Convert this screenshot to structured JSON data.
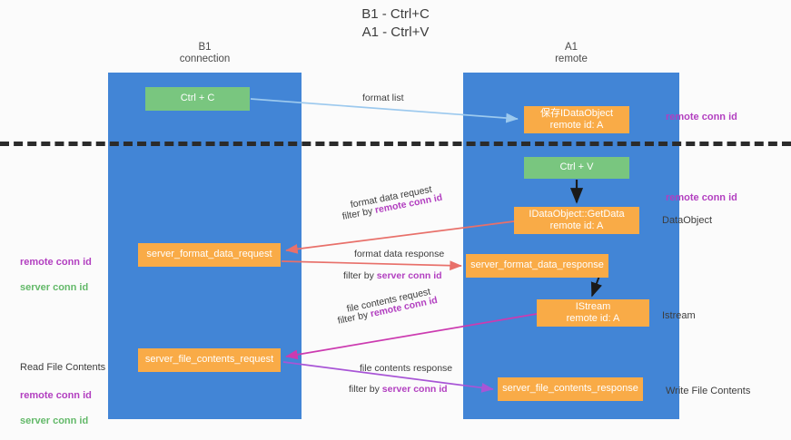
{
  "title": "B1 - Ctrl+C\nA1 - Ctrl+V",
  "lanes": [
    {
      "id": "b1",
      "header": "B1\nconnection",
      "color": "#4285d6"
    },
    {
      "id": "a1",
      "header": "A1\nremote",
      "color": "#4285d6"
    }
  ],
  "colors": {
    "lane": "#4285d6",
    "action": "#79c67f",
    "object": "#f9ab47",
    "accent_purple": "#b23fc0",
    "accent_green": "#63b969",
    "arrow_lightblue": "#9cc9ee",
    "arrow_red": "#e8706a",
    "arrow_magenta": "#cc3bb0",
    "arrow_purple": "#a855d6",
    "arrow_black": "#1a1a1a",
    "divider": "#2b2b2b"
  },
  "nodes": {
    "ctrl_c": "Ctrl + C",
    "data_object": "保存IDataObject\nremote id: A",
    "ctrl_v": "Ctrl + V",
    "get_data": "IDataObject::GetData\nremote id: A",
    "server_format_data_request": "server_format_data_request",
    "server_format_data_response": "server_format_data_response",
    "istream": "IStream\nremote id: A",
    "server_file_contents_request": "server_file_contents_request",
    "server_file_contents_response": "server_file_contents_response"
  },
  "edge_labels": {
    "format_list": "format list",
    "format_data_request": "format data request",
    "format_data_request_filter_prefix": "filter by ",
    "format_data_request_filter_key": "remote conn id",
    "format_data_response": "format data response",
    "format_data_response_filter_prefix": "filter by ",
    "format_data_response_filter_key": "server conn id",
    "file_contents_request": "file contents request",
    "file_contents_request_filter_prefix": "filter by ",
    "file_contents_request_filter_key": "remote conn id",
    "file_contents_response": "file contents response",
    "file_contents_response_filter_prefix": "filter by ",
    "file_contents_response_filter_key": "server conn id"
  },
  "side_labels": {
    "remote_conn_id_top": "remote conn id",
    "remote_conn_id_mid": "remote conn id",
    "data_object": "DataObject",
    "istream": "Istream",
    "write_file_contents": "Write File Contents",
    "read_file_contents": "Read File Contents",
    "left_remote_conn_id": "remote conn id",
    "left_server_conn_id": "server conn id"
  }
}
